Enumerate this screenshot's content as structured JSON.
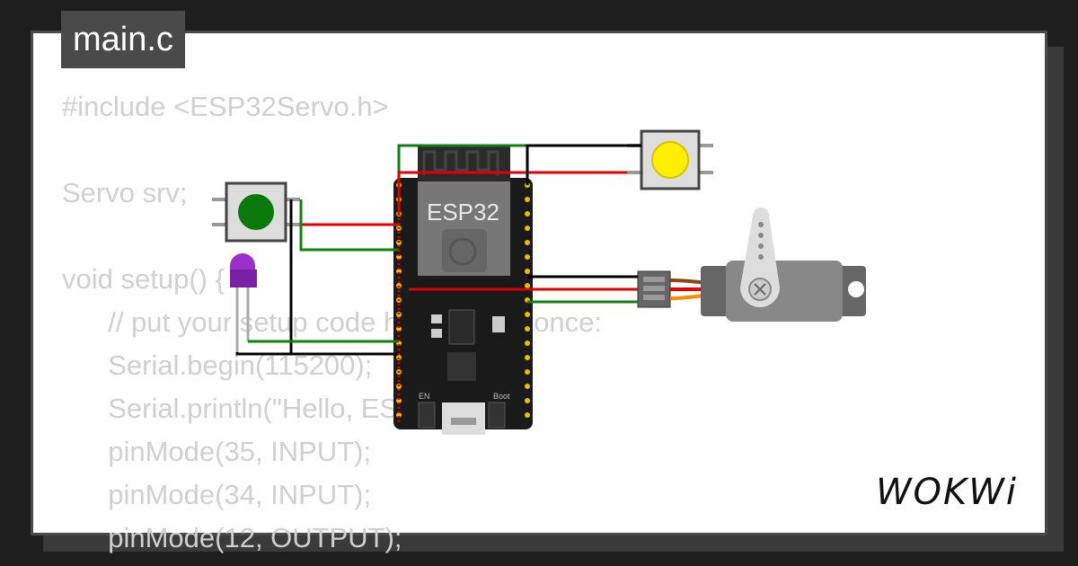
{
  "tab": {
    "label": "main.c"
  },
  "code": {
    "lines": [
      "#include <ESP32Servo.h>",
      "",
      "Servo srv;",
      "",
      "void setup() {",
      "  // put your setup code here, to run once:",
      "  Serial.begin(115200);",
      "  Serial.println(\"Hello, ESP32!\");",
      "  pinMode(35, INPUT);",
      "  pinMode(34, INPUT);",
      "  pinMode(12, OUTPUT);"
    ]
  },
  "board": {
    "label": "ESP32",
    "en_label": "EN",
    "boot_label": "Boot"
  },
  "brand": {
    "logo": "WOKWi"
  },
  "colors": {
    "wire_red": "#e00000",
    "wire_green": "#108010",
    "wire_black": "#000000",
    "green_button": "#0a7a0a",
    "yellow_button": "#ffee00",
    "led": "#9b30c8"
  },
  "icons": [
    "pushbutton-green",
    "pushbutton-yellow",
    "led-purple",
    "servo-motor",
    "esp32-board"
  ]
}
